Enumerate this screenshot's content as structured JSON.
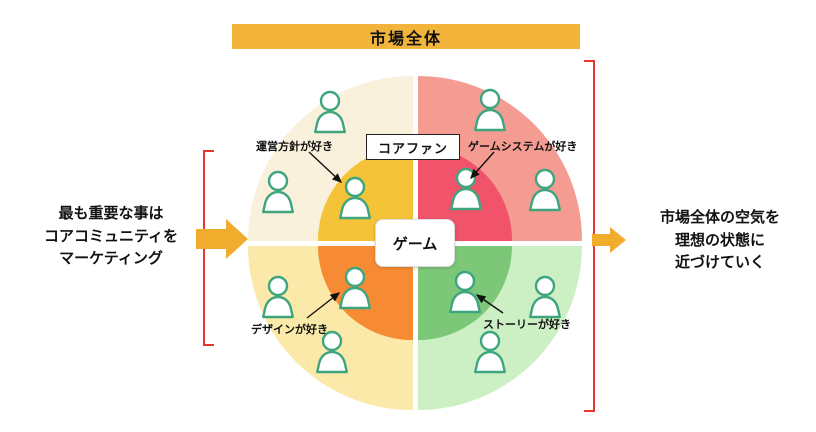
{
  "banner": {
    "label": "市場全体"
  },
  "center": {
    "label": "ゲーム"
  },
  "core_fan": {
    "label": "コアファン"
  },
  "quadrants": {
    "top_left": {
      "label": "運営方針が好き",
      "outer_color": "#FAF1DC",
      "inner_color": "#F4C337"
    },
    "top_right": {
      "label": "ゲームシステムが好き",
      "outer_color": "#F49C92",
      "inner_color": "#F0536A"
    },
    "bottom_left": {
      "label": "デザインが好き",
      "outer_color": "#FBE9A9",
      "inner_color": "#F78B33"
    },
    "bottom_right": {
      "label": "ストーリーが好き",
      "outer_color": "#CDEFC4",
      "inner_color": "#7CC878"
    }
  },
  "left_note": {
    "lines": [
      "最も重要な事は",
      "コアコミュニティを",
      "マーケティング"
    ]
  },
  "right_note": {
    "lines": [
      "市場全体の空気を",
      "理想の状態に",
      "近づけていく"
    ]
  },
  "colors": {
    "banner": "#F3B43B",
    "arrow": "#F0AD2D",
    "bracket": "#E8362C",
    "person_outline": "#3EA57F"
  }
}
